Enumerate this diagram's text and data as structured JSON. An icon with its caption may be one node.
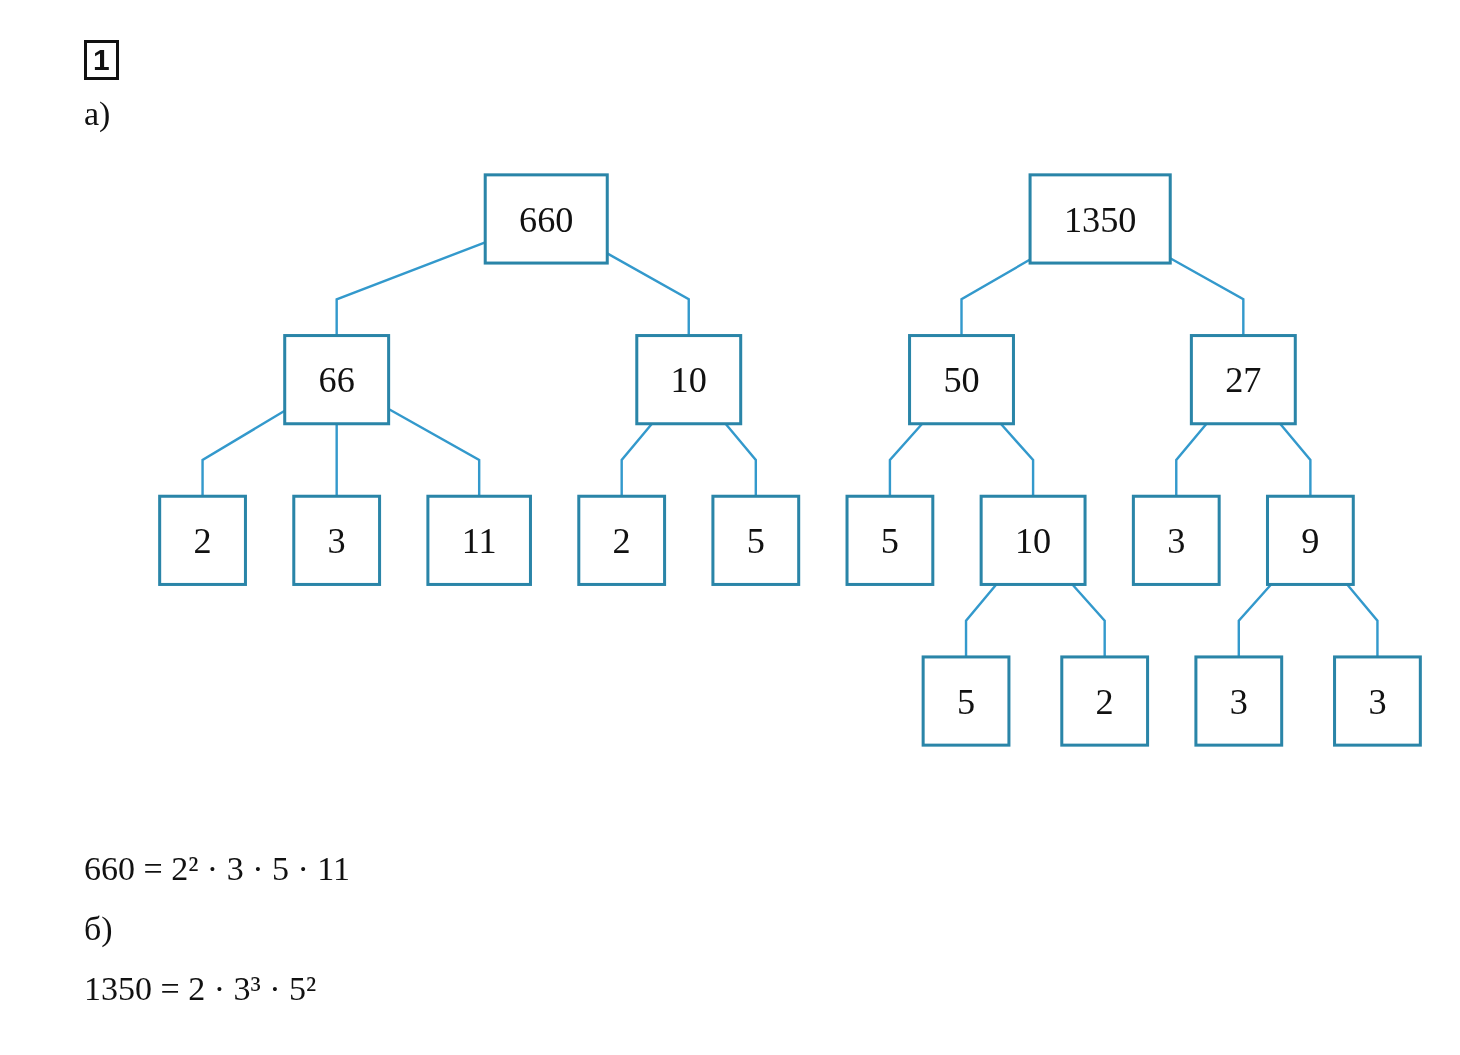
{
  "diagram": {
    "nodes": [
      {
        "text": [
          "660"
        ]
      },
      {
        "text": [
          "66"
        ]
      },
      {
        "text": [
          "10"
        ]
      },
      {
        "text": [
          "2"
        ]
      },
      {
        "text": [
          "11"
        ]
      },
      {
        "text": [
          "2"
        ]
      },
      {
        "text": [
          "5"
        ]
      },
      {
        "text": [
          "3"
        ]
      },
      {
        "text": [
          "1350"
        ]
      },
      {
        "text": [
          "50"
        ]
      },
      {
        "text": [
          "27"
        ]
      },
      {
        "text": [
          "5"
        ]
      },
      {
        "text": [
          "10"
        ]
      },
      {
        "text": [
          "3"
        ]
      },
      {
        "text": [
          "9"
        ]
      },
      {
        "text": [
          "5"
        ]
      },
      {
        "text": [
          "2"
        ]
      },
      {
        "text": [
          "3"
        ]
      },
      {
        "text": [
          "3"
        ]
      }
    ],
    "edges": [
      {
        "from": 0,
        "to": 1,
        "arrow": "none"
      },
      {
        "from": 0,
        "to": 2,
        "arrow": "none"
      },
      {
        "from": 1,
        "to": 3,
        "arrow": "none"
      },
      {
        "from": 1,
        "to": 7,
        "arrow": "none"
      },
      {
        "from": 1,
        "to": 4,
        "arrow": "none"
      },
      {
        "from": 2,
        "to": 5,
        "arrow": "none"
      },
      {
        "from": 2,
        "to": 6,
        "arrow": "none"
      },
      {
        "from": 8,
        "to": 9,
        "arrow": "none"
      },
      {
        "from": 8,
        "to": 10,
        "arrow": "none"
      },
      {
        "from": 9,
        "to": 11,
        "arrow": "none"
      },
      {
        "from": 9,
        "to": 12,
        "arrow": "none"
      },
      {
        "from": 10,
        "to": 13,
        "arrow": "none"
      },
      {
        "from": 10,
        "to": 14,
        "arrow": "none"
      },
      {
        "from": 12,
        "to": 15,
        "arrow": "none"
      },
      {
        "from": 12,
        "to": 16,
        "arrow": "none"
      },
      {
        "from": 14,
        "to": 17,
        "arrow": "none"
      },
      {
        "from": 14,
        "to": 18,
        "arrow": "none"
      }
    ],
    "labels": [
      "1",
      "а)",
      "660 = 2² · 3 · 5 · 11",
      "б)",
      "1350 = 2 · 3³ · 5²"
    ]
  }
}
